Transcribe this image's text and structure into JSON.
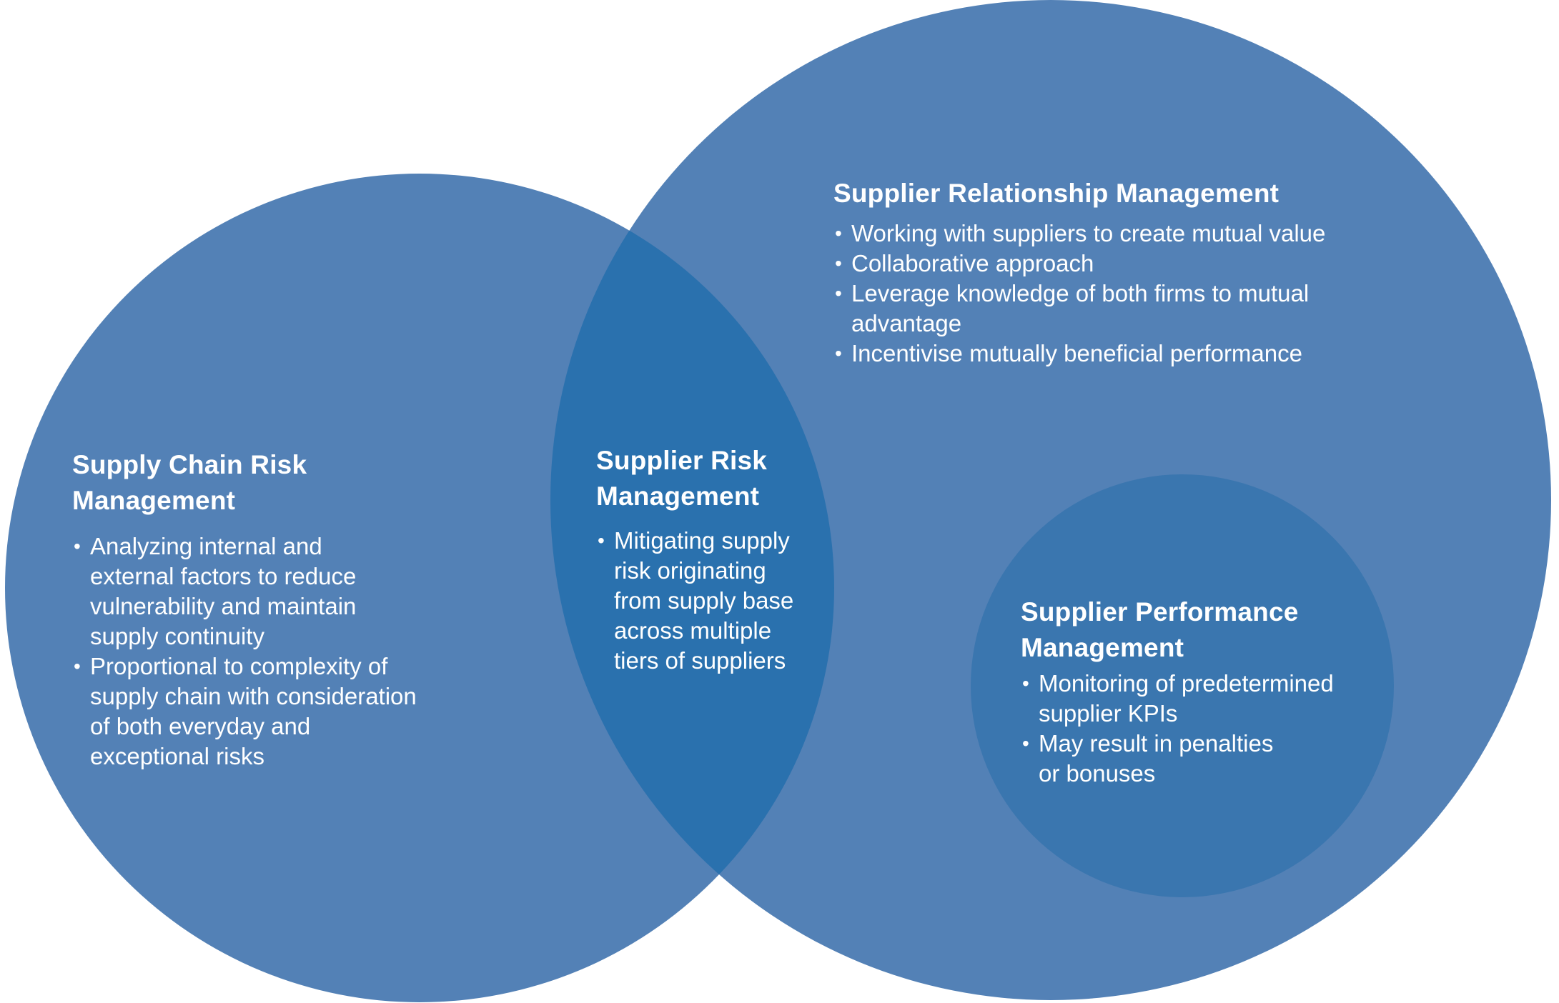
{
  "colors": {
    "circle_fill": "#5381B6",
    "overlap_fill": "#2A71AE",
    "inner_circle_fill": "#3A76AF",
    "text": "#FFFFFF",
    "background": "#FFFFFF"
  },
  "sections": {
    "supply_chain_risk": {
      "title": "Supply Chain Risk Management",
      "bullets": [
        "Analyzing internal and external factors to reduce vulnerability and maintain supply continuity",
        "Proportional to complexity of supply chain with consideration of both everyday and exceptional risks"
      ],
      "lines": [
        [
          "Analyzing internal and",
          "external factors to reduce",
          "vulnerability and maintain",
          "supply continuity"
        ],
        [
          "Proportional to complexity of",
          "supply chain with consideration",
          "of both everyday and",
          "exceptional risks"
        ]
      ]
    },
    "supplier_risk": {
      "title_lines": [
        "Supplier Risk",
        "Management"
      ],
      "lines": [
        [
          "Mitigating supply",
          "risk originating",
          "from supply base",
          "across multiple",
          "tiers of suppliers"
        ]
      ]
    },
    "supplier_relationship": {
      "title": "Supplier Relationship Management",
      "lines": [
        [
          "Working with suppliers to create mutual value"
        ],
        [
          "Collaborative approach"
        ],
        [
          "Leverage knowledge of both firms to mutual",
          "advantage"
        ],
        [
          "Incentivise mutually beneficial performance"
        ]
      ]
    },
    "supplier_performance": {
      "title_lines": [
        "Supplier Performance",
        "Management"
      ],
      "lines": [
        [
          "Monitoring of predetermined",
          "supplier KPIs"
        ],
        [
          "May result in penalties",
          "or bonuses"
        ]
      ]
    },
    "bullet_glyph": "•"
  }
}
